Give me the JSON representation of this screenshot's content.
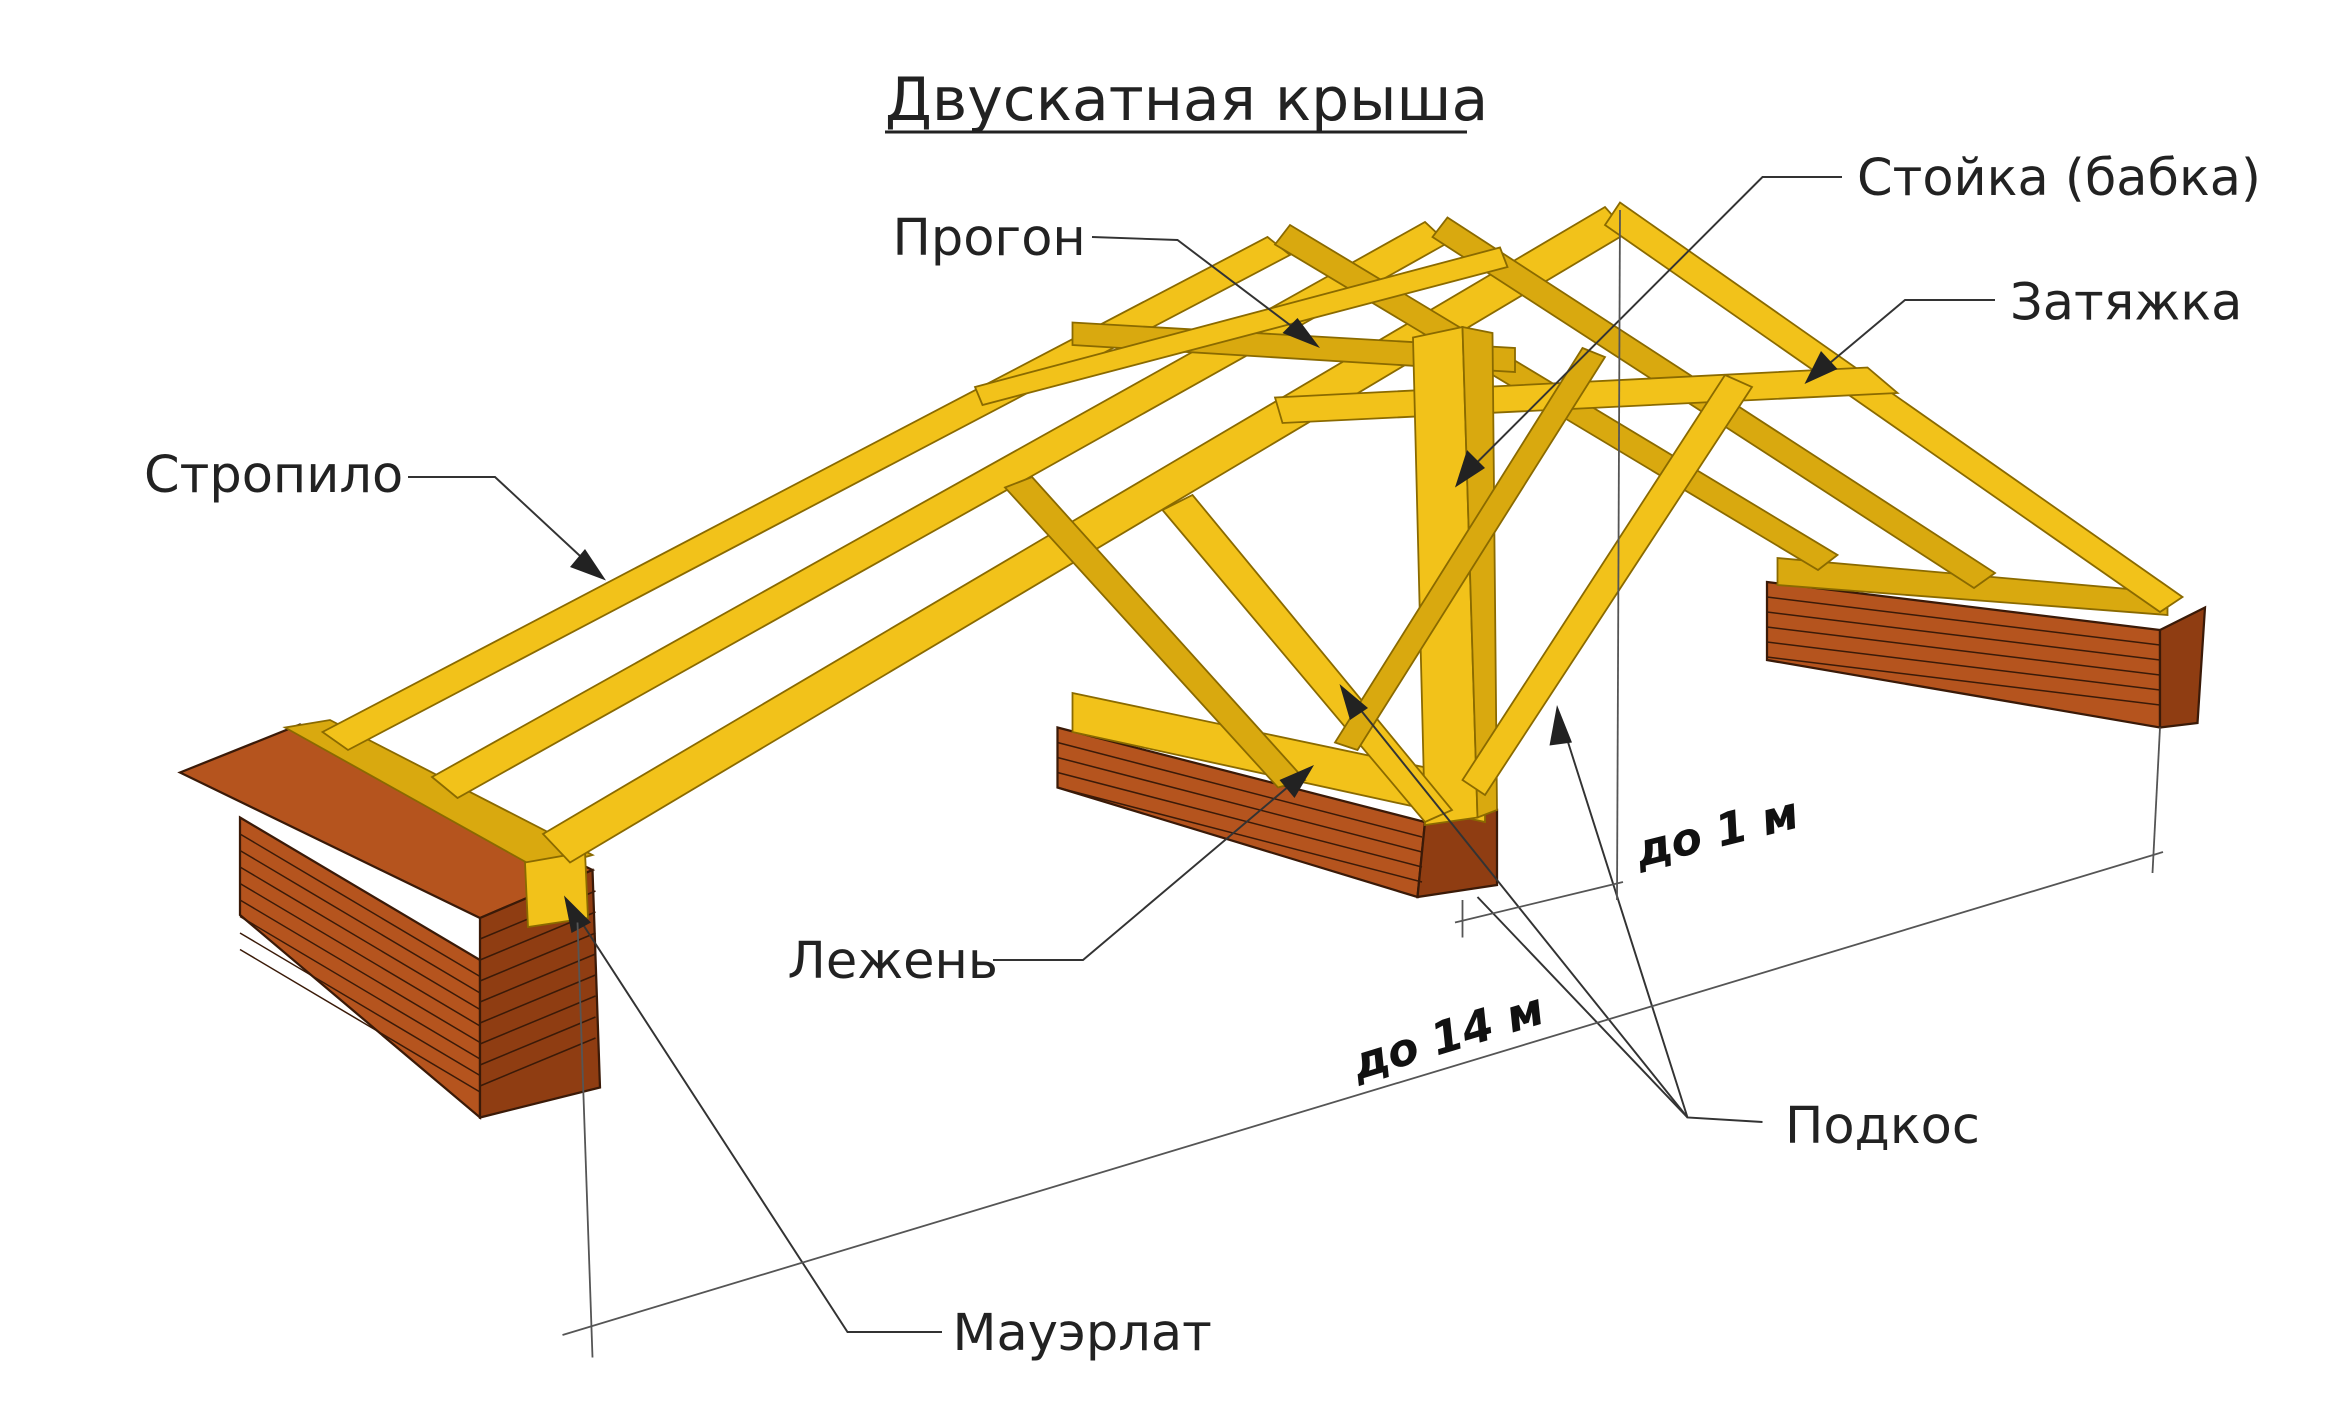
{
  "title": "Двускатная крыша",
  "labels": {
    "purlin": "Прогон",
    "king_post": "Стойка (бабка)",
    "tie_beam": "Затяжка",
    "rafter": "Стропило",
    "sill_beam": "Лежень",
    "strut": "Подкос",
    "wall_plate": "Мауэрлат"
  },
  "dimensions": {
    "post_spacing": "до 1 м",
    "span": "до 14 м"
  },
  "colors": {
    "wood": "#f2c21a",
    "brick": "#b5541e"
  }
}
